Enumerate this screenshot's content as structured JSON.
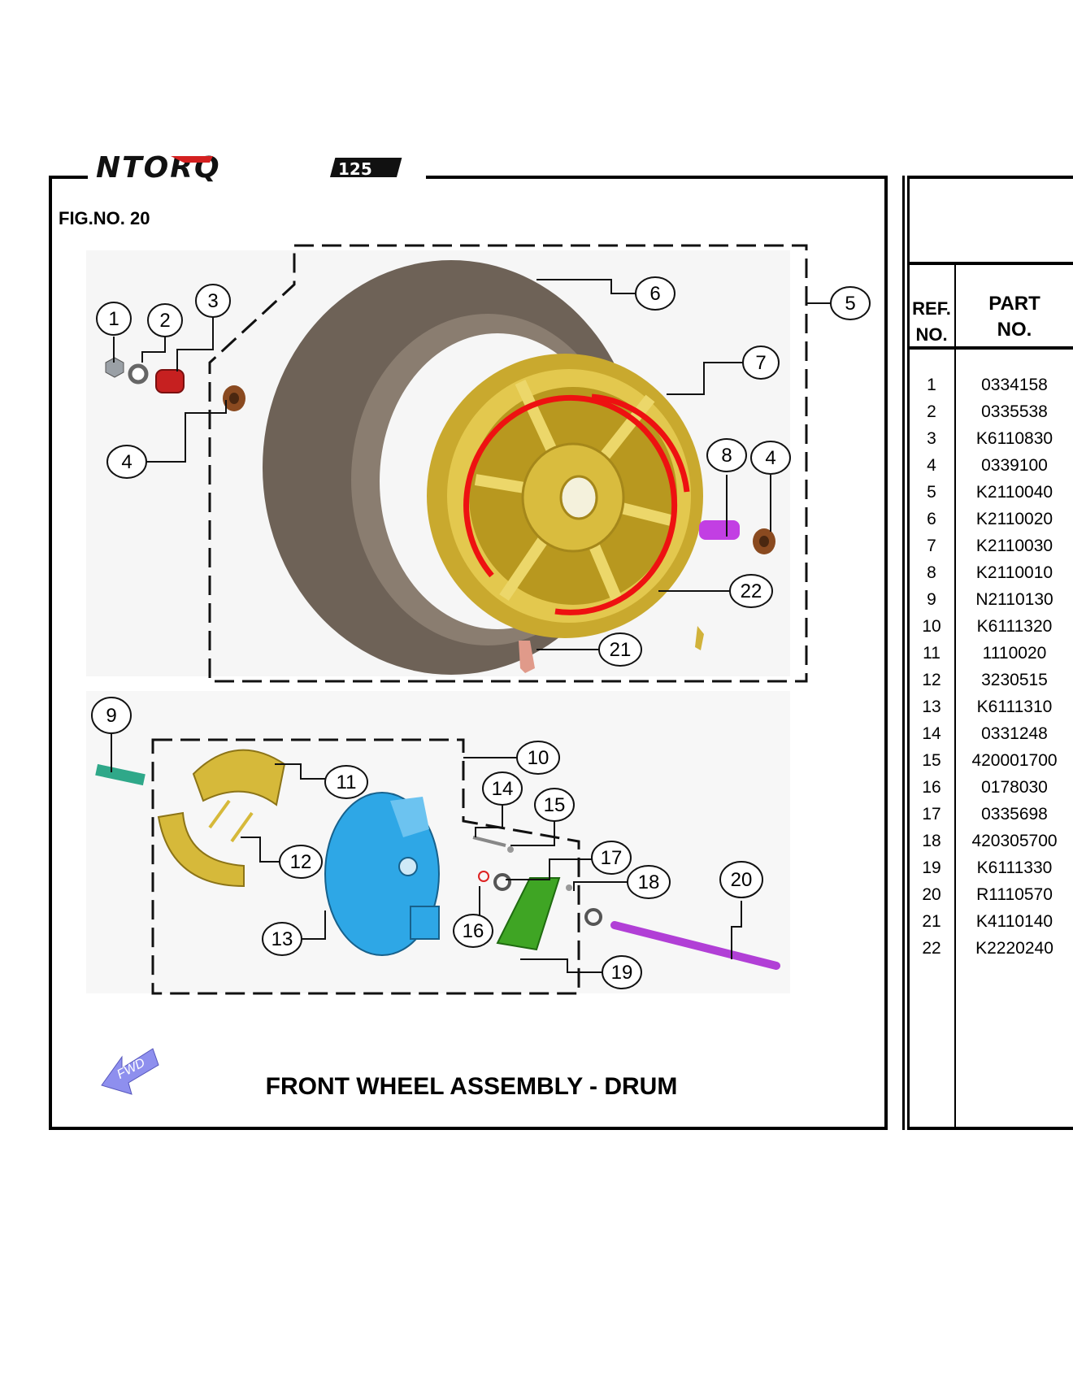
{
  "figure": {
    "logo_text": "NTORQ 125",
    "fig_no": "FIG.NO. 20",
    "title": "FRONT WHEEL ASSEMBLY - DRUM",
    "fwd_label": "FWD",
    "callouts": [
      "1",
      "2",
      "3",
      "4",
      "5",
      "6",
      "7",
      "8",
      "4",
      "9",
      "10",
      "11",
      "12",
      "13",
      "14",
      "15",
      "16",
      "17",
      "18",
      "19",
      "20",
      "21",
      "22"
    ]
  },
  "parts_table": {
    "header_ref": "REF. NO.",
    "header_ref_line1": "REF.",
    "header_ref_line2": "NO.",
    "header_part_line1": "PART",
    "header_part_line2": "NO.",
    "rows": [
      {
        "ref": "1",
        "part": "0334158"
      },
      {
        "ref": "2",
        "part": "0335538"
      },
      {
        "ref": "3",
        "part": "K6110830"
      },
      {
        "ref": "4",
        "part": "0339100"
      },
      {
        "ref": "5",
        "part": "K2110040"
      },
      {
        "ref": "6",
        "part": "K2110020"
      },
      {
        "ref": "7",
        "part": "K2110030"
      },
      {
        "ref": "8",
        "part": "K2110010"
      },
      {
        "ref": "9",
        "part": "N2110130"
      },
      {
        "ref": "10",
        "part": "K6111320"
      },
      {
        "ref": "11",
        "part": "1110020"
      },
      {
        "ref": "12",
        "part": "3230515"
      },
      {
        "ref": "13",
        "part": "K6111310"
      },
      {
        "ref": "14",
        "part": "0331248"
      },
      {
        "ref": "15",
        "part": "420001700"
      },
      {
        "ref": "16",
        "part": "0178030"
      },
      {
        "ref": "17",
        "part": "0335698"
      },
      {
        "ref": "18",
        "part": "420305700"
      },
      {
        "ref": "19",
        "part": "K6111330"
      },
      {
        "ref": "20",
        "part": "R1110570"
      },
      {
        "ref": "21",
        "part": "K4110140"
      },
      {
        "ref": "22",
        "part": "K2220240"
      }
    ]
  },
  "colors": {
    "tyre": "#6e6257",
    "rim": "#d6b93a",
    "brake_panel": "#2ea7e6",
    "cam_lever": "#3fa524",
    "axle": "#b13fd6",
    "highlight": "#ee1111",
    "spring": "#2fa889",
    "fwd_arrow": "#8e8fee"
  }
}
